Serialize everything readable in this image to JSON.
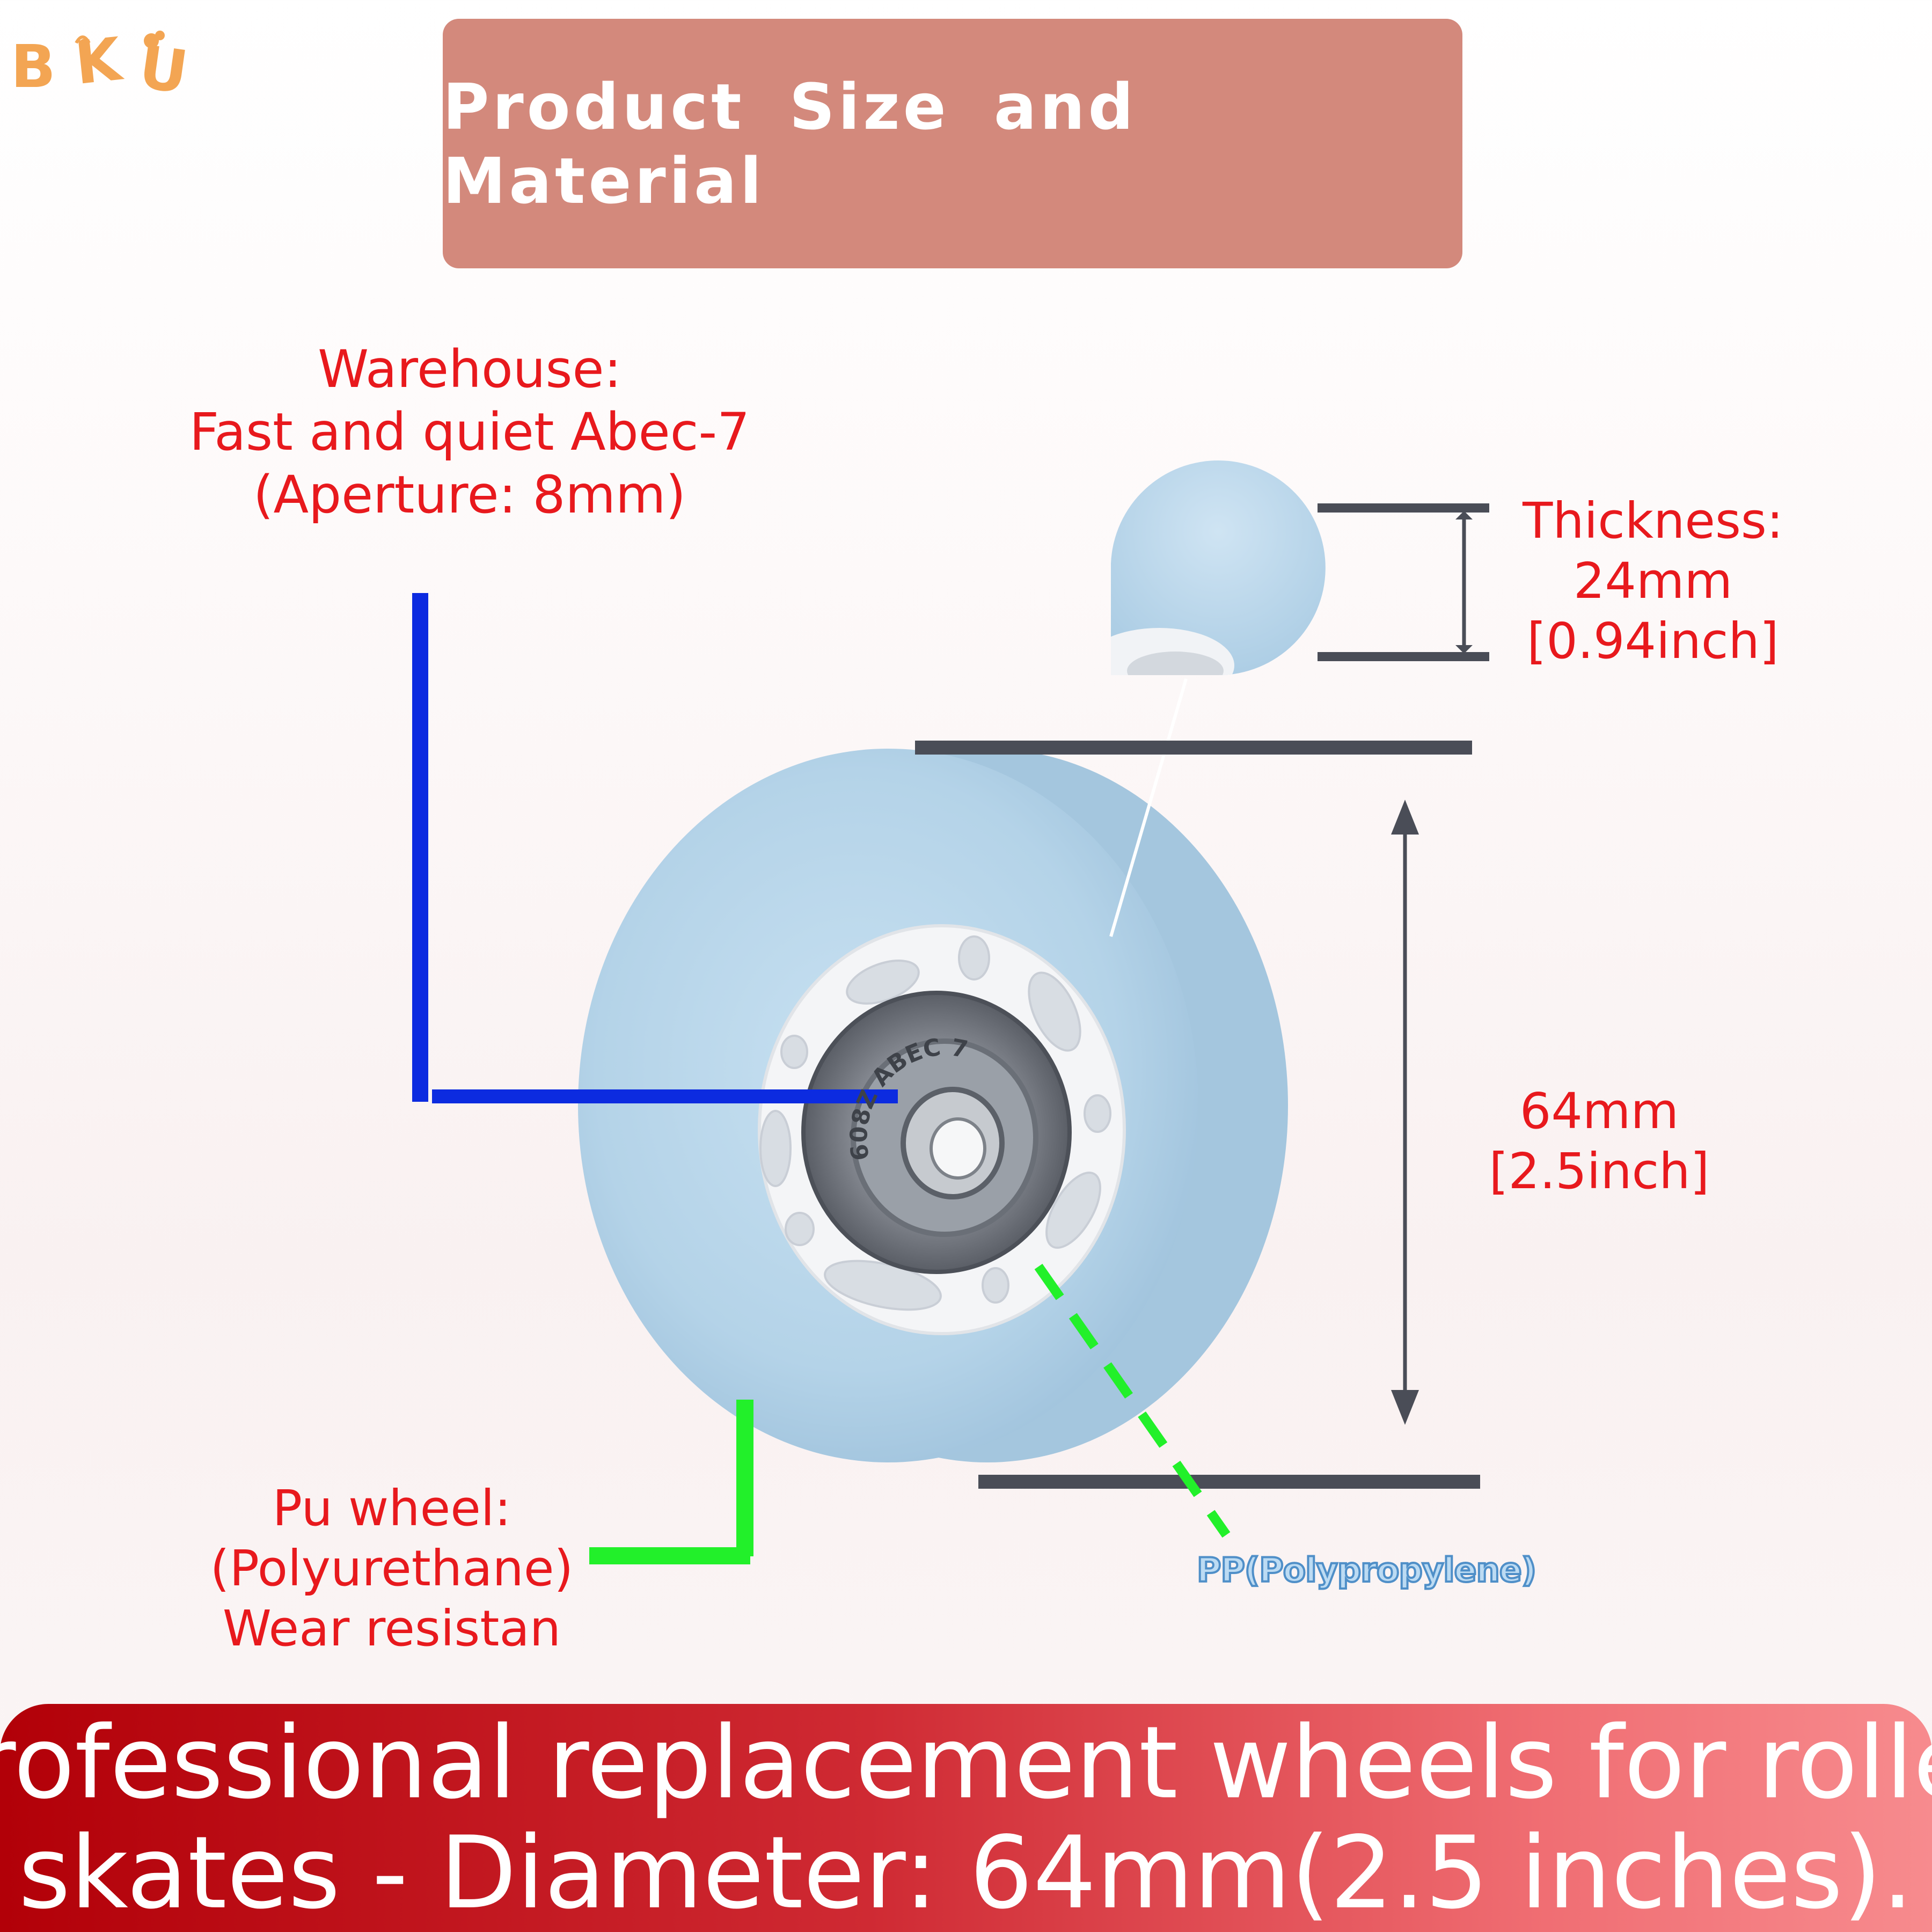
{
  "logo": {
    "letters": [
      "B",
      "K",
      "U"
    ]
  },
  "header": {
    "title": "Product Size and Material"
  },
  "labels": {
    "warehouse": {
      "line1": "Warehouse:",
      "line2": "Fast and quiet Abec-7",
      "line3": "(Aperture: 8mm)"
    },
    "thickness": {
      "line1": "Thickness:",
      "line2": "24mm",
      "line3": "[0.94inch]"
    },
    "diameter": {
      "line1": "64mm",
      "line2": "[2.5inch]"
    },
    "pu_wheel": {
      "line1": "Pu wheel:",
      "line2": "(Polyurethane)",
      "line3": "Wear resistan"
    },
    "pp": {
      "text": "PP(Polypropylene)"
    }
  },
  "bearing": {
    "marking": "608Z ABEC 7"
  },
  "footer": {
    "line1": "Professional replacement wheels for roller",
    "line2": "skates - Diameter: 64mm(2.5 inches)."
  },
  "colors": {
    "label_red": "#e8191d",
    "header_bg": "#d3897c",
    "wheel_blue": "#b7d6ea",
    "hub_white": "#f3f4f6",
    "leader_blue": "#0c2be0",
    "leader_green": "#22f02a",
    "dimension_gray": "#4a4d57",
    "logo_orange": "#f3a553"
  }
}
